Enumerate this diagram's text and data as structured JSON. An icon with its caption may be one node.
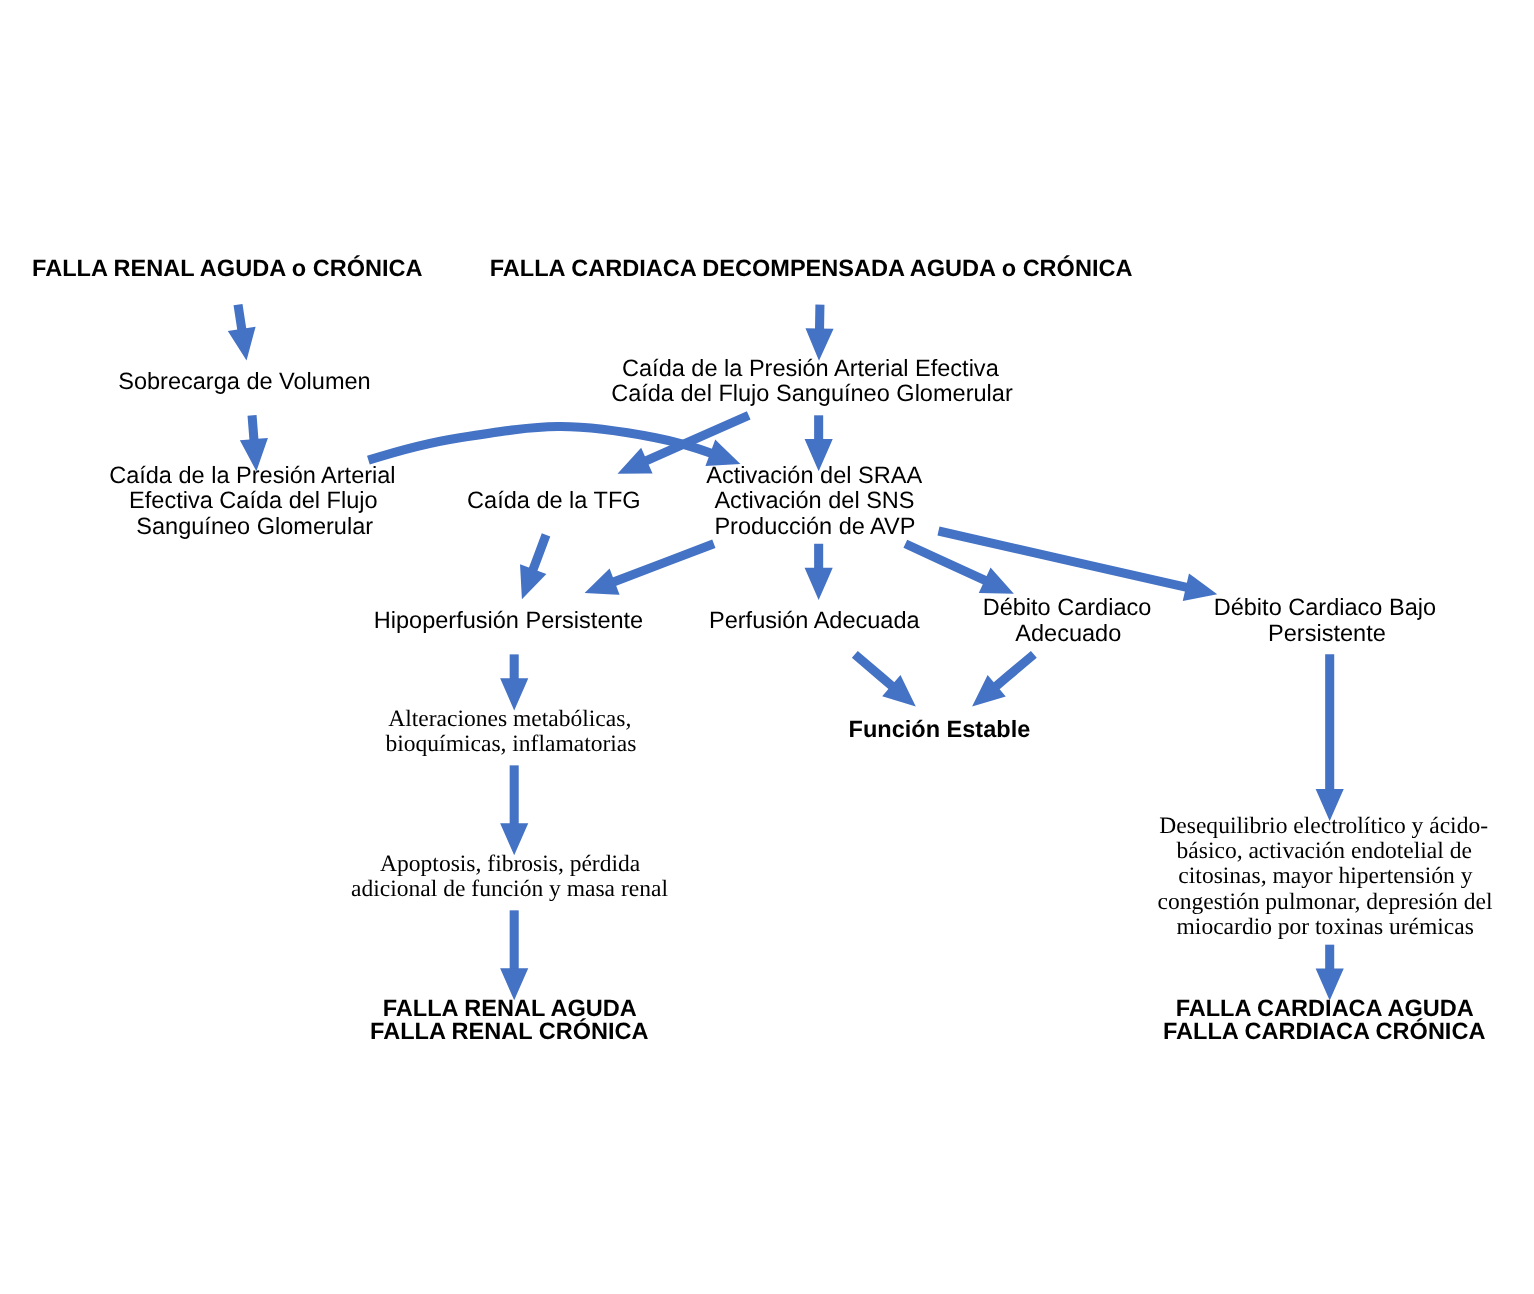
{
  "diagram": {
    "nodes": [
      {
        "text": [
          "FALLA RENAL AGUDA o CRÓNICA"
        ]
      },
      {
        "text": [
          "FALLA CARDIACA DECOMPENSADA AGUDA o CRÓNICA"
        ]
      },
      {
        "text": [
          "Sobrecarga de Volumen"
        ]
      },
      {
        "text": [
          "Caída de la Presión Arterial Efectiva Caída del Flujo Sanguíneo Glomerular"
        ]
      },
      {
        "text": [
          "Caída de la Presión Arterial Efectiva Caída del Flujo Sanguíneo Glomerular"
        ]
      },
      {
        "text": [
          "Activación del SRAA Activación del SNS Producción de AVP"
        ]
      },
      {
        "text": [
          "Caída de la TFG"
        ]
      },
      {
        "text": [
          "Hipoperfusión Persistente"
        ]
      },
      {
        "text": [
          "Débito Cardiaco Bajo Persistente"
        ]
      },
      {
        "text": [
          "Perfusión Adecuada"
        ]
      },
      {
        "text": [
          "Débito Cardiaco Adecuado"
        ]
      },
      {
        "text": [
          "Función Estable"
        ]
      },
      {
        "text": [
          "Alteraciones metabólicas, bioquímicas, inflamatorias"
        ]
      },
      {
        "text": [
          "Apoptosis, fibrosis, pérdida adicional de función y masa renal"
        ]
      },
      {
        "text": [
          "Desequilibrio electrolítico y ácido-básico, activación endotelial de citosinas, mayor hipertensión y congestión pulmonar, depresión del miocardio por toxinas urémicas"
        ]
      },
      {
        "text": [
          "FALLA CARDIACA AGUDA FALLA CARDIACA CRÓNICA"
        ]
      },
      {
        "text": [
          "FALLA RENAL AGUDA FALLA RENAL CRÓNICA"
        ]
      }
    ],
    "edges": [
      {
        "from": 0,
        "to": 2,
        "arrow": "to"
      },
      {
        "from": 2,
        "to": 4,
        "arrow": "to"
      },
      {
        "from": 4,
        "to": 5,
        "arrow": "to"
      },
      {
        "from": 1,
        "to": 3,
        "arrow": "to"
      },
      {
        "from": 3,
        "to": 5,
        "arrow": "to"
      },
      {
        "from": 3,
        "to": 6,
        "arrow": "to"
      },
      {
        "from": 6,
        "to": 7,
        "arrow": "to"
      },
      {
        "from": 5,
        "to": 7,
        "arrow": "to"
      },
      {
        "from": 5,
        "to": 8,
        "arrow": "to"
      },
      {
        "from": 5,
        "to": 9,
        "arrow": "to"
      },
      {
        "from": 5,
        "to": 10,
        "arrow": "to"
      },
      {
        "from": 9,
        "to": 11,
        "arrow": "to"
      },
      {
        "from": 10,
        "to": 11,
        "arrow": "to"
      },
      {
        "from": 7,
        "to": 12,
        "arrow": "to"
      },
      {
        "from": 12,
        "to": 13,
        "arrow": "to"
      },
      {
        "from": 13,
        "to": 16,
        "arrow": "to"
      },
      {
        "from": 8,
        "to": 14,
        "arrow": "to"
      },
      {
        "from": 14,
        "to": 15,
        "arrow": "to"
      }
    ]
  }
}
